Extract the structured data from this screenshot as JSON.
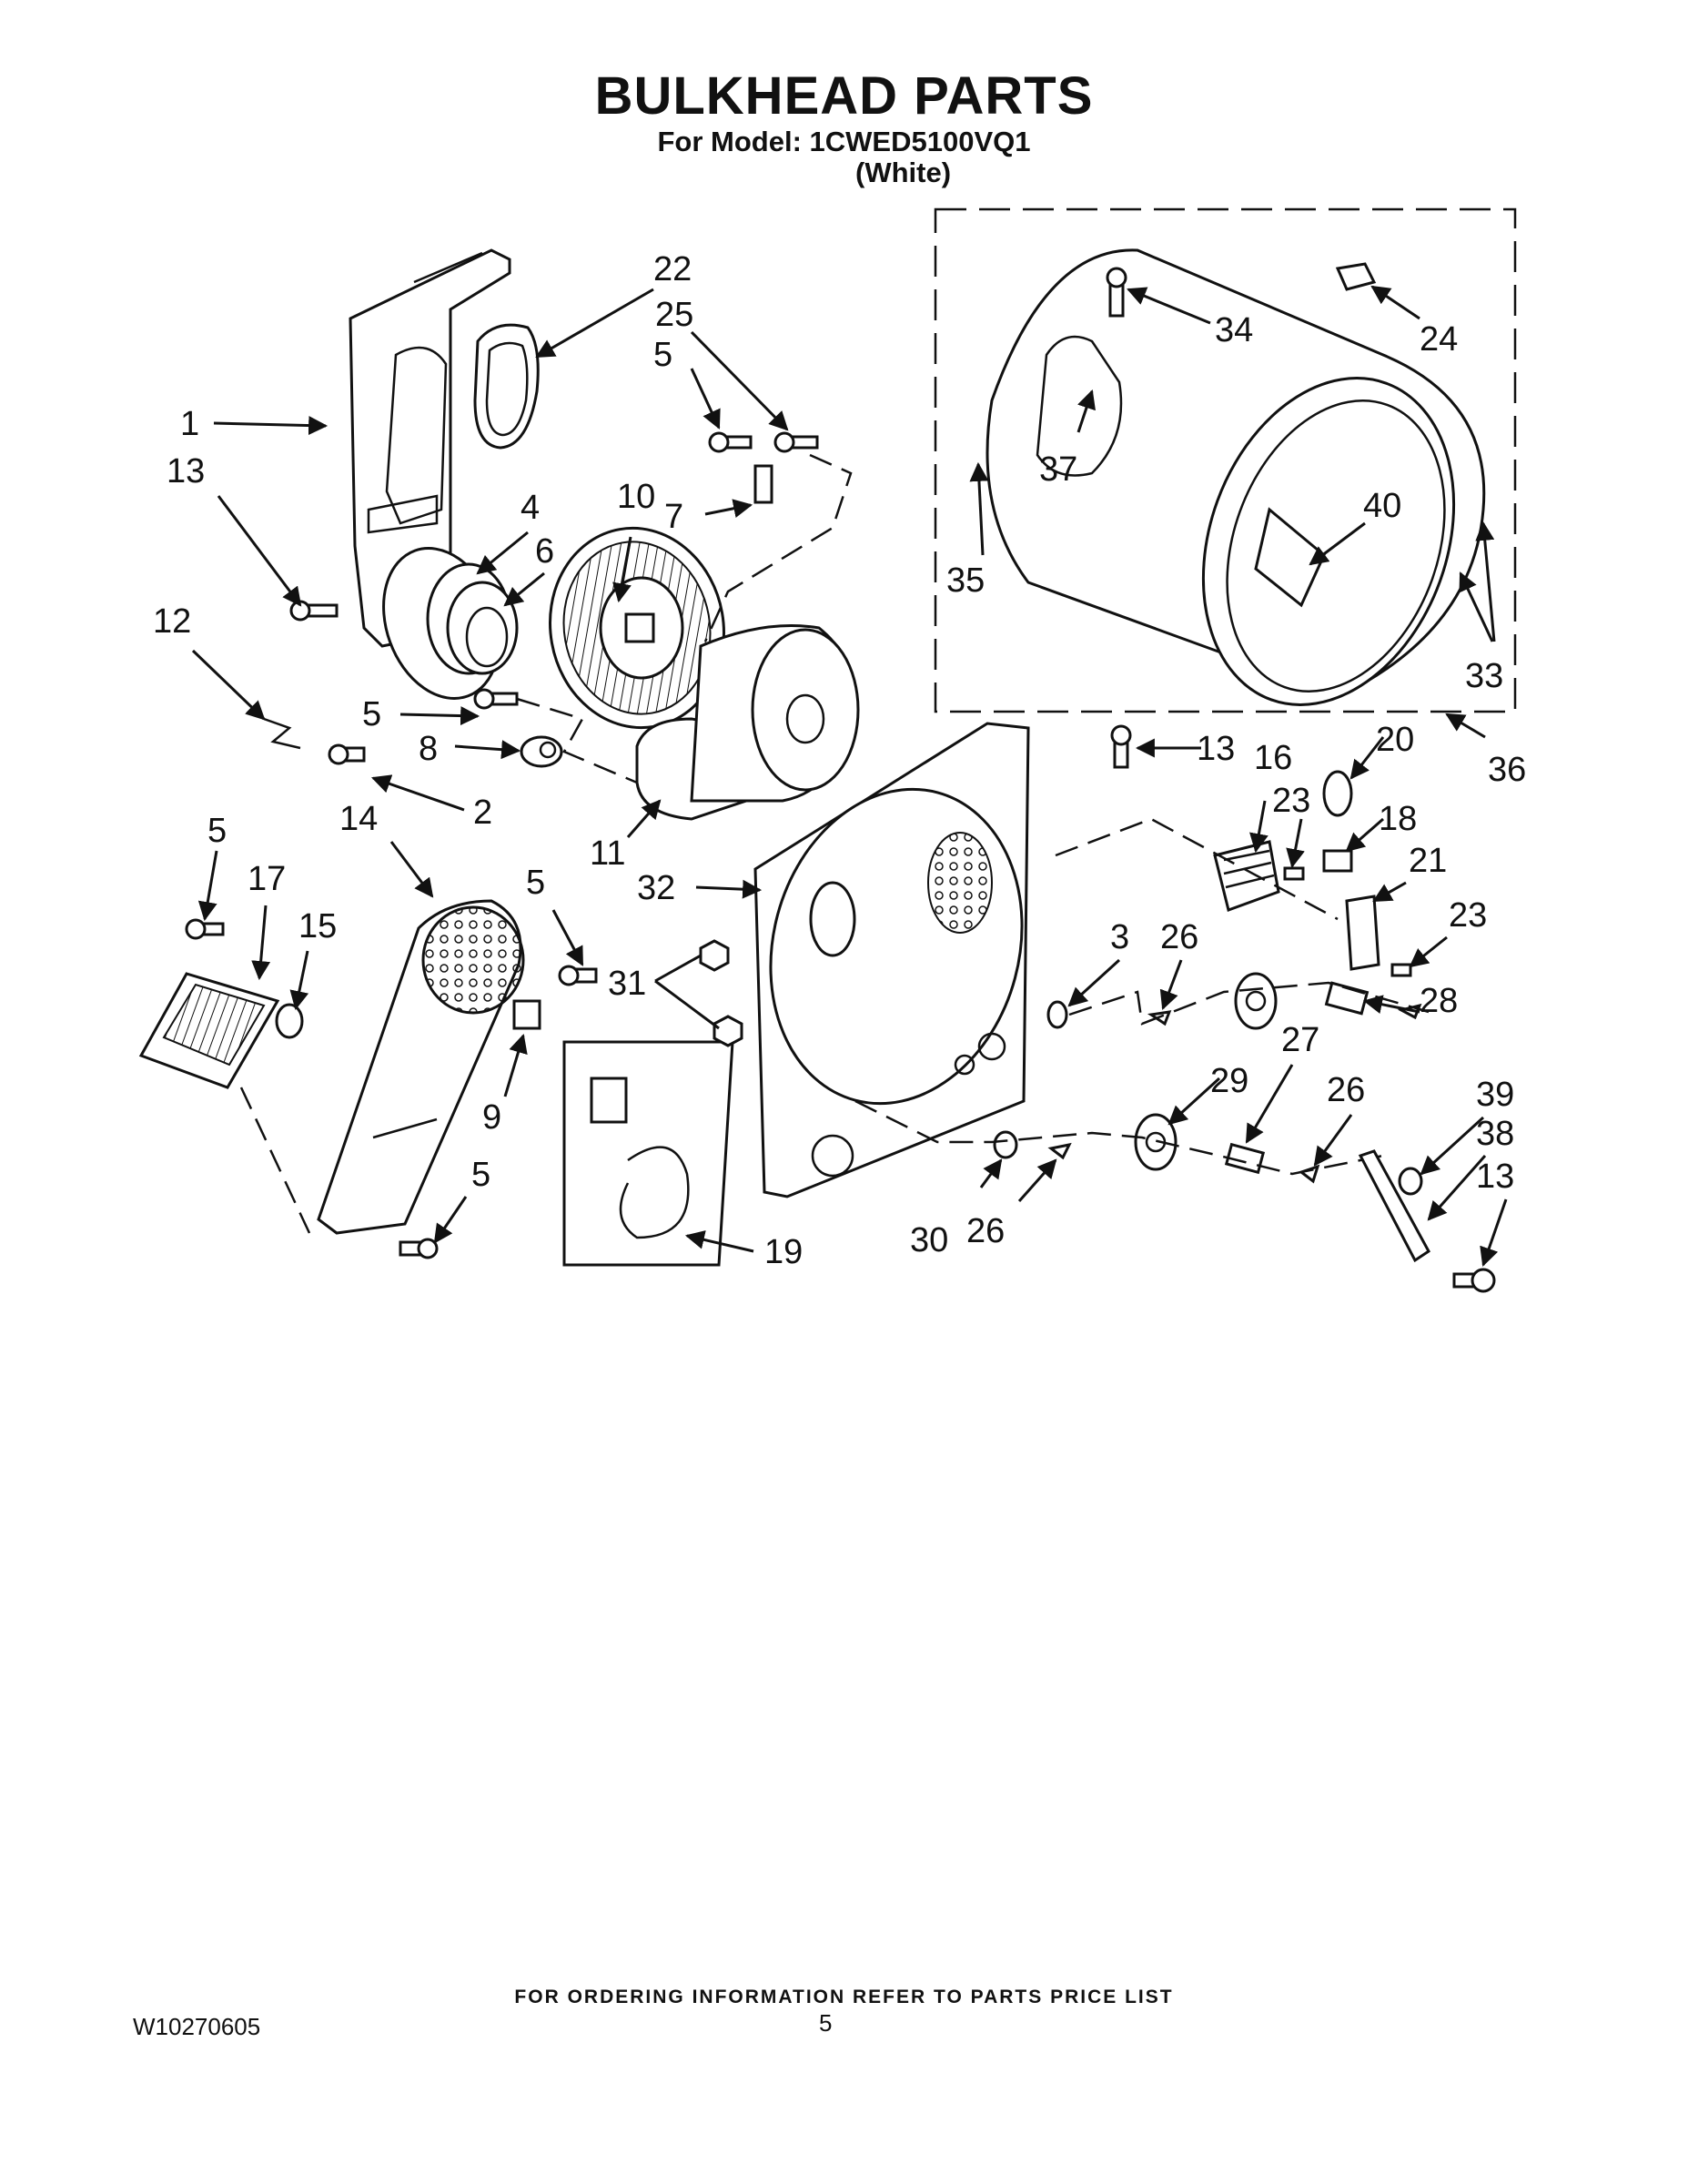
{
  "header": {
    "title": "BULKHEAD PARTS",
    "model_line": "For Model: 1CWED5100VQ1",
    "color_line": "(White)"
  },
  "diagram": {
    "callouts": [
      {
        "id": "c1",
        "label": "1"
      },
      {
        "id": "c13a",
        "label": "13"
      },
      {
        "id": "c22",
        "label": "22"
      },
      {
        "id": "c25",
        "label": "25"
      },
      {
        "id": "c5a",
        "label": "5"
      },
      {
        "id": "c7",
        "label": "7"
      },
      {
        "id": "c10",
        "label": "10"
      },
      {
        "id": "c4",
        "label": "4"
      },
      {
        "id": "c6",
        "label": "6"
      },
      {
        "id": "c12",
        "label": "12"
      },
      {
        "id": "c5b",
        "label": "5"
      },
      {
        "id": "c8",
        "label": "8"
      },
      {
        "id": "c2",
        "label": "2"
      },
      {
        "id": "c11",
        "label": "11"
      },
      {
        "id": "c5c",
        "label": "5"
      },
      {
        "id": "c17",
        "label": "17"
      },
      {
        "id": "c15",
        "label": "15"
      },
      {
        "id": "c14",
        "label": "14"
      },
      {
        "id": "c5d",
        "label": "5"
      },
      {
        "id": "c31",
        "label": "31"
      },
      {
        "id": "c9",
        "label": "9"
      },
      {
        "id": "c5e",
        "label": "5"
      },
      {
        "id": "c19",
        "label": "19"
      },
      {
        "id": "c32",
        "label": "32"
      },
      {
        "id": "c34",
        "label": "34"
      },
      {
        "id": "c24",
        "label": "24"
      },
      {
        "id": "c37",
        "label": "37"
      },
      {
        "id": "c35",
        "label": "35"
      },
      {
        "id": "c40",
        "label": "40"
      },
      {
        "id": "c33",
        "label": "33"
      },
      {
        "id": "c36",
        "label": "36"
      },
      {
        "id": "c13b",
        "label": "13"
      },
      {
        "id": "c16",
        "label": "16"
      },
      {
        "id": "c23a",
        "label": "23"
      },
      {
        "id": "c20",
        "label": "20"
      },
      {
        "id": "c18",
        "label": "18"
      },
      {
        "id": "c21",
        "label": "21"
      },
      {
        "id": "c23b",
        "label": "23"
      },
      {
        "id": "c3",
        "label": "3"
      },
      {
        "id": "c26a",
        "label": "26"
      },
      {
        "id": "c28",
        "label": "28"
      },
      {
        "id": "c29",
        "label": "29"
      },
      {
        "id": "c27",
        "label": "27"
      },
      {
        "id": "c26b",
        "label": "26"
      },
      {
        "id": "c39",
        "label": "39"
      },
      {
        "id": "c38",
        "label": "38"
      },
      {
        "id": "c13c",
        "label": "13"
      },
      {
        "id": "c30",
        "label": "30"
      },
      {
        "id": "c26c",
        "label": "26"
      }
    ]
  },
  "footer": {
    "ordering_note": "FOR ORDERING INFORMATION REFER TO PARTS PRICE LIST",
    "doc_number": "W10270605",
    "page_number": "5"
  }
}
